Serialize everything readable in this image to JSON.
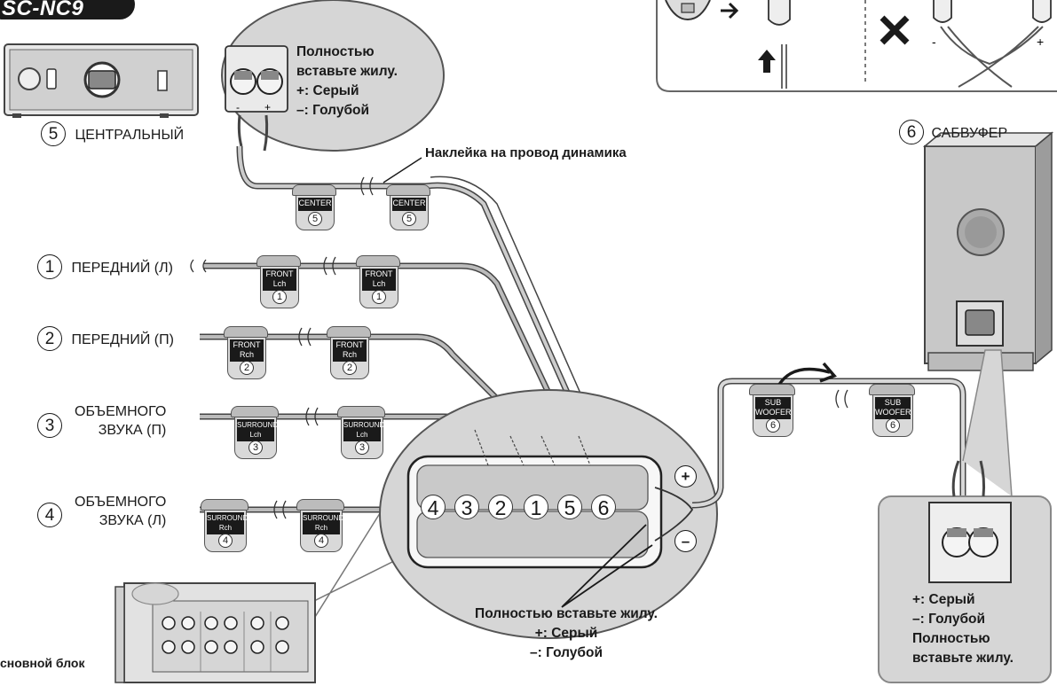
{
  "model": "SC-NC9",
  "center": {
    "num": "5",
    "label": "ЦЕНТРАЛЬНЫЙ",
    "note1": "Полностью",
    "note2": "вставьте жилу.",
    "note3": "+: Серый",
    "note4": "–: Голубой"
  },
  "sticker_label": "Наклейка на провод динамика",
  "subwoofer": {
    "num": "6",
    "label": "САБВУФЕР"
  },
  "speakers": [
    {
      "num": "1",
      "label": "ПЕРЕДНИЙ (Л)"
    },
    {
      "num": "2",
      "label": "ПЕРЕДНИЙ (П)"
    },
    {
      "num": "3",
      "label_line1": "ОБЪЕМНОГО",
      "label_line2": "ЗВУКА (П)"
    },
    {
      "num": "4",
      "label_line1": "ОБЪЕМНОГО",
      "label_line2": "ЗВУКА (Л)"
    }
  ],
  "tags": {
    "center": {
      "line1": "CENTER",
      "line2": "",
      "num": "5"
    },
    "front_l": {
      "line1": "FRONT",
      "line2": "Lch",
      "num": "1"
    },
    "front_r": {
      "line1": "FRONT",
      "line2": "Rch",
      "num": "2"
    },
    "surround_l": {
      "line1": "SURROUND",
      "line2": "Lch",
      "num": "3"
    },
    "surround_r": {
      "line1": "SURROUND",
      "line2": "Rch",
      "num": "4"
    },
    "subwoofer": {
      "line1": "SUB",
      "line2": "WOOFER",
      "num": "6"
    }
  },
  "terminal_order": [
    "4",
    "3",
    "2",
    "1",
    "5",
    "6"
  ],
  "polarity": {
    "plus": "+",
    "minus": "–"
  },
  "main_note": {
    "line1": "Полностью вставьте жилу.",
    "line2": "+: Серый",
    "line3": "–: Голубой"
  },
  "sub_note": {
    "line1": "+: Серый",
    "line2": "–: Голубой",
    "line3": "Полностью",
    "line4": "вставьте жилу."
  },
  "main_unit_label": "сновной блок",
  "colors": {
    "plus_wire": "#9a9a9a",
    "minus_wire": "#6f8fb0",
    "tag_band": "#1a1a1a",
    "callout_bg": "#d6d6d6"
  }
}
